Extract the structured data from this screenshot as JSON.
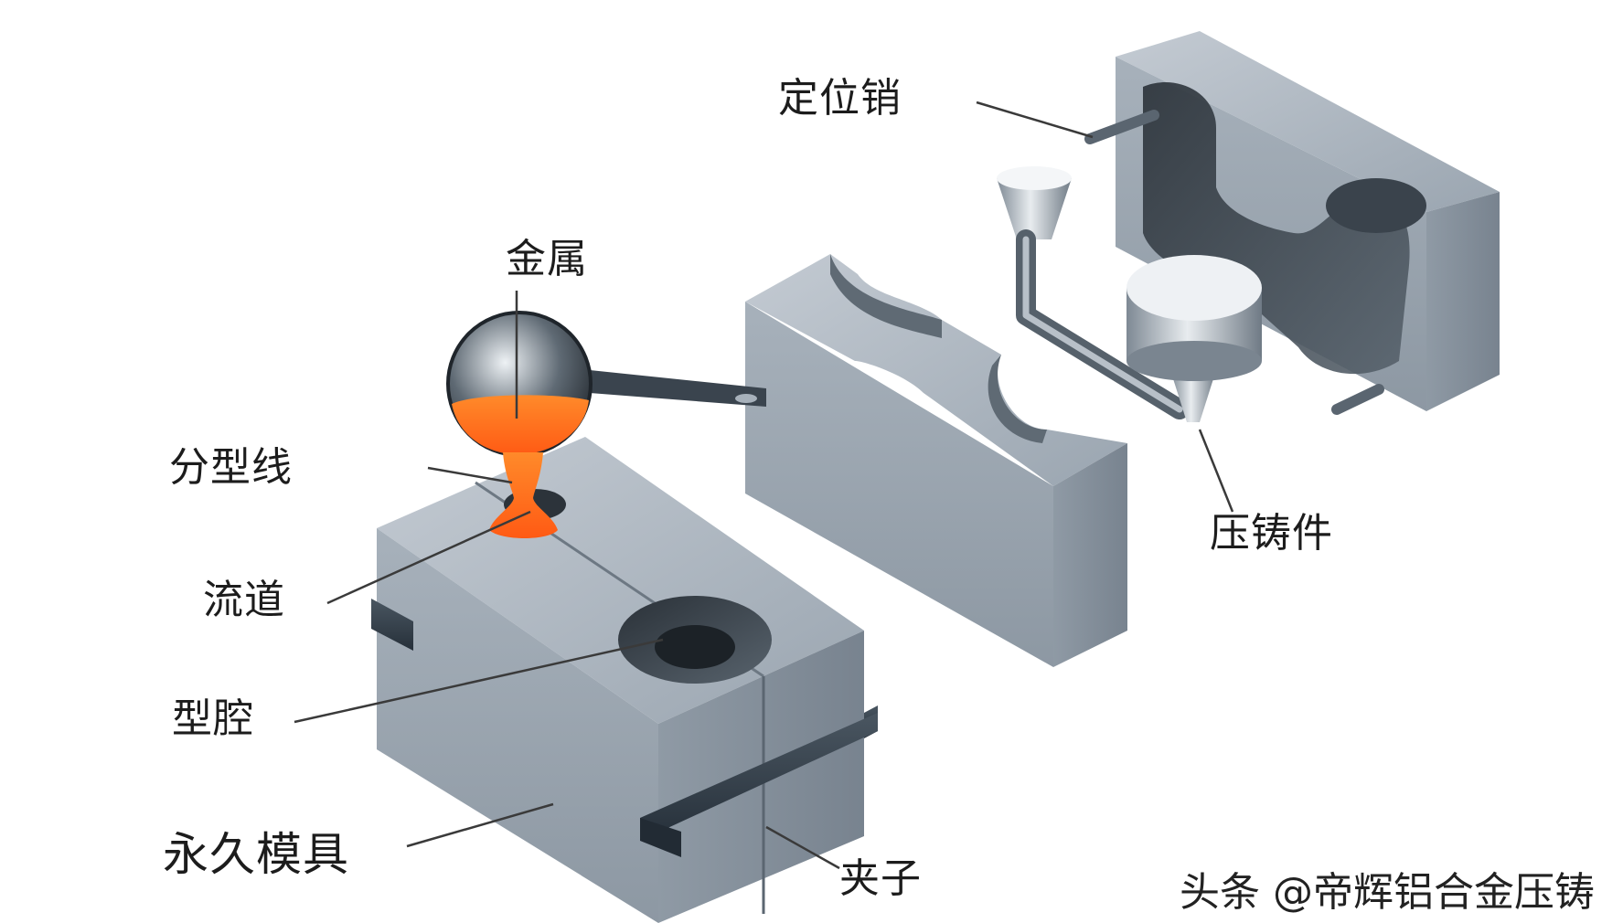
{
  "labels": {
    "locating_pin": "定位销",
    "metal": "金属",
    "parting_line": "分型线",
    "runner": "流道",
    "cavity": "型腔",
    "permanent_mold": "永久模具",
    "clamp": "夹子",
    "casting": "压铸件"
  },
  "watermark": "头条 @帝辉铝合金压铸",
  "colors": {
    "steel_light": "#b4bcc6",
    "steel_mid": "#98a3ae",
    "steel_dark": "#6e7a86",
    "molten_metal": "#ff6a1f",
    "clamp_dark": "#2f3b46"
  }
}
